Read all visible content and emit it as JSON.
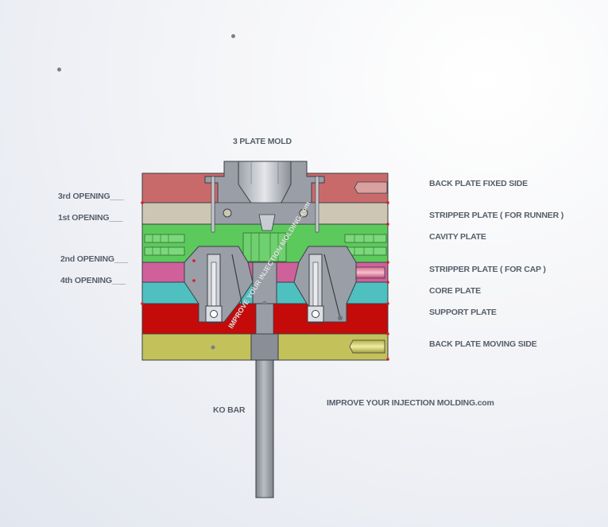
{
  "title": "3 PLATE MOLD",
  "openings": [
    {
      "label": "3rd  OPENING___"
    },
    {
      "label": "1st   OPENING___"
    },
    {
      "label": "2nd OPENING___"
    },
    {
      "label": "4th OPENING___"
    }
  ],
  "plates": [
    {
      "label": "BACK PLATE FIXED SIDE",
      "color": "#c96a6a"
    },
    {
      "label": "STRIPPER PLATE ( FOR RUNNER )",
      "color": "#cdc6b2"
    },
    {
      "label": "CAVITY PLATE",
      "color": "#5cc95c"
    },
    {
      "label": "STRIPPER PLATE ( FOR CAP )",
      "color": "#d0609a"
    },
    {
      "label": "CORE PLATE",
      "color": "#4fc0c0"
    },
    {
      "label": "SUPPORT PLATE",
      "color": "#c50a0a"
    },
    {
      "label": "BACK PLATE MOVING SIDE",
      "color": "#c3c15a"
    }
  ],
  "ko_bar_label": "KO BAR",
  "website_label": "IMPROVE YOUR INJECTION MOLDING.com",
  "watermark_label": "IMPROVE YOUR INJECTION MOLDING.com",
  "mech_colors": {
    "steel": "#8a8e96",
    "steel_light": "#b8bcc4",
    "outline": "#3a3e46",
    "edge_marker": "#d81e1e"
  }
}
